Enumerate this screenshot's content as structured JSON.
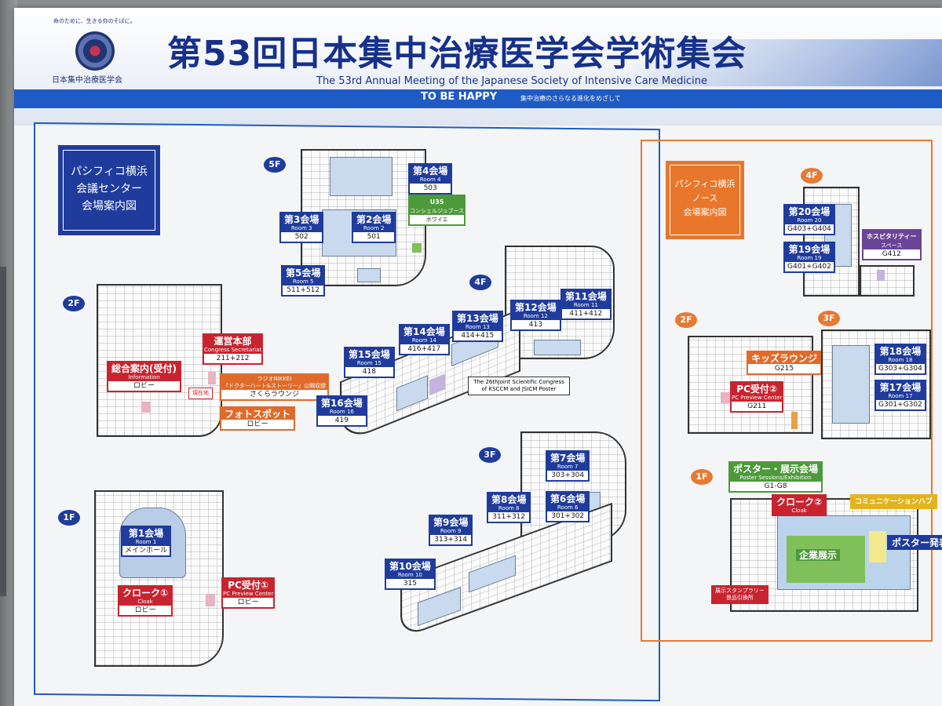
{
  "header": {
    "logo_tagline": "命のために、生きる你のそばに。",
    "org_name": "日本集中治療医学会",
    "title_jp": "第53回日本集中治療医学会学術集会",
    "title_en": "The 53rd Annual Meeting of the Japanese Society of Intensive Care Medicine",
    "motto": "TO BE HAPPY",
    "motto_sub": "集中治療のさらなる進化をめざして"
  },
  "left_map": {
    "sign": [
      "パシフィコ横浜",
      "会議センター",
      "会場案内図"
    ],
    "floors": [
      "5F",
      "2F",
      "1F",
      "4F",
      "3F"
    ],
    "rooms": {
      "r4": {
        "name": "第4会場",
        "en": "Room 4",
        "no": "503"
      },
      "r3": {
        "name": "第3会場",
        "en": "Room 3",
        "no": "502"
      },
      "r2": {
        "name": "第2会場",
        "en": "Room 2",
        "no": "501"
      },
      "r5": {
        "name": "第5会場",
        "en": "Room 5",
        "no": "511+512"
      },
      "u35": {
        "name": "U35",
        "sub": "コンシェルジュブース",
        "no": "ホワイエ"
      },
      "hq": {
        "name": "運営本部",
        "en": "Congress Secretariat",
        "no": "211+212"
      },
      "info": {
        "name": "総合案内(受付)",
        "en": "Information",
        "no": "ロビー"
      },
      "radio": {
        "line1": "ラジオNIKKEI",
        "line2": "『ドクターハート&ストーリー』公開収録",
        "no": "さくらラウンジ"
      },
      "photo": {
        "name": "フォトスポット",
        "no": "ロビー"
      },
      "genba": "現在地",
      "r12": {
        "name": "第12会場",
        "en": "Room 12",
        "no": "413"
      },
      "r11": {
        "name": "第11会場",
        "en": "Room 11",
        "no": "411+412"
      },
      "r13": {
        "name": "第13会場",
        "en": "Room 13",
        "no": "414+415"
      },
      "r14": {
        "name": "第14会場",
        "en": "Room 14",
        "no": "416+417"
      },
      "r15": {
        "name": "第15会場",
        "en": "Room 15",
        "no": "418"
      },
      "r16": {
        "name": "第16会場",
        "en": "Room 16",
        "no": "419"
      },
      "poster26": "The 26thJoint Scientific Congress of KSCCM and JSICM Poster",
      "r1": {
        "name": "第1会場",
        "en": "Room 1",
        "no": "メインホール"
      },
      "cloak1": {
        "name": "クローク①",
        "en": "Cloak",
        "no": "ロビー"
      },
      "pc1": {
        "name": "PC受付①",
        "en": "PC Preview Center",
        "no": "ロビー"
      },
      "r7": {
        "name": "第7会場",
        "en": "Room 7",
        "no": "303+304"
      },
      "r8": {
        "name": "第8会場",
        "en": "Room 8",
        "no": "311+312"
      },
      "r6": {
        "name": "第6会場",
        "en": "Room 6",
        "no": "301+302"
      },
      "r9": {
        "name": "第9会場",
        "en": "Room 9",
        "no": "313+314"
      },
      "r10": {
        "name": "第10会場",
        "en": "Room 10",
        "no": "315"
      }
    }
  },
  "right_map": {
    "sign": [
      "パシフィコ横浜",
      "ノース",
      "会場案内図"
    ],
    "floors": [
      "4F",
      "2F",
      "3F",
      "1F"
    ],
    "rooms": {
      "r20": {
        "name": "第20会場",
        "en": "Room 20",
        "no": "G403+G404"
      },
      "r19": {
        "name": "第19会場",
        "en": "Room 19",
        "no": "G401+G402"
      },
      "hosp": {
        "name": "ホスピタリティー",
        "sub": "スペース",
        "no": "G412"
      },
      "kids": {
        "name": "キッズラウンジ",
        "no": "G215"
      },
      "pc2": {
        "name": "PC受付②",
        "en": "PC Preview Center",
        "no": "G211"
      },
      "r18": {
        "name": "第18会場",
        "en": "Room 18",
        "no": "G303+G304"
      },
      "r17": {
        "name": "第17会場",
        "en": "Room 17",
        "no": "G301+G302"
      },
      "poster": {
        "name": "ポスター・展示会場",
        "en": "Poster Sessions/Exhibition",
        "no": "G1-G8"
      },
      "cloak2": {
        "name": "クローク②",
        "en": "Cloak"
      },
      "comm": {
        "name": "コミュニケーションハブ"
      },
      "exhibit": "企業展示",
      "poster_pres": "ポスター発表",
      "stamp": {
        "line1": "展示スタンプラリー",
        "line2": "景品引換所"
      }
    }
  },
  "colors": {
    "blue": "#1f3c9c",
    "red": "#c8242f",
    "orange": "#e57a35",
    "green": "#4d9a3b",
    "purple": "#6b4496"
  }
}
